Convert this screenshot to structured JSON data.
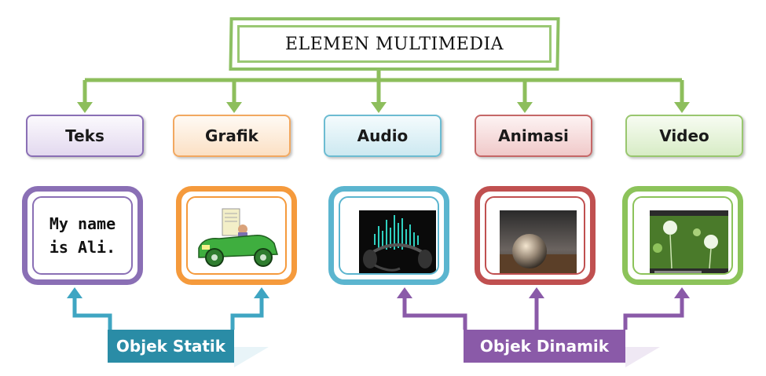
{
  "title": "ELEMEN MULTIMEDIA",
  "categories": [
    {
      "label": "Teks"
    },
    {
      "label": "Grafik"
    },
    {
      "label": "Audio"
    },
    {
      "label": "Animasi"
    },
    {
      "label": "Video"
    }
  ],
  "teks_sample": {
    "line1": "My name",
    "line2": "is Ali."
  },
  "groups": [
    {
      "label": "Objek Statik"
    },
    {
      "label": "Objek Dinamik"
    }
  ],
  "colors": {
    "connector_green": "#8dbe5c",
    "teks": "#8a6fb5",
    "grafik": "#f59a3c",
    "audio": "#5bb5cf",
    "animasi": "#c05050",
    "video": "#8cc35a",
    "statik_tag": "#2a8ca6",
    "dinamik_tag": "#8a5aa8"
  },
  "icons": [
    "headphones-audio-image",
    "crystal-ball-animation-image",
    "dandelion-video-image",
    "car-clipart-image"
  ]
}
